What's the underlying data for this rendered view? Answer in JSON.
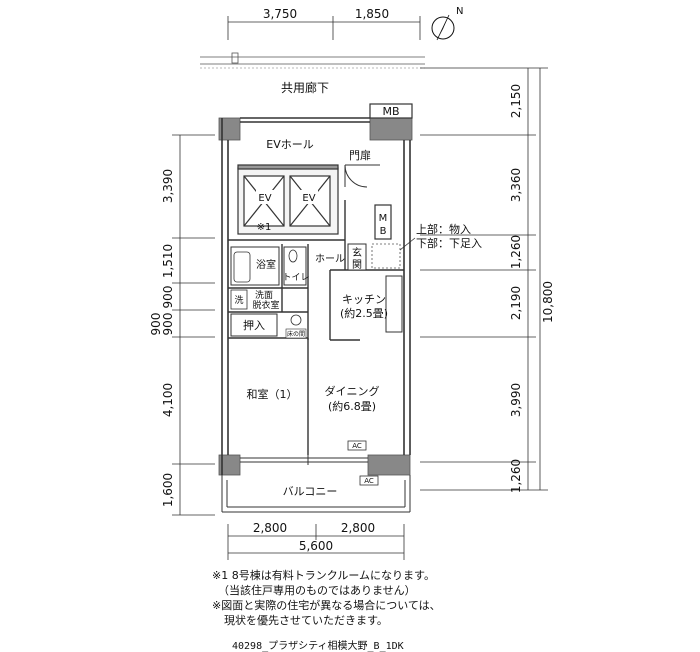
{
  "dims_top": [
    "3,750",
    "1,850"
  ],
  "dims_left": [
    "3,390",
    "1,510",
    "900",
    "900",
    "900",
    "4,100",
    "1,600"
  ],
  "dims_right": [
    "2,150",
    "3,360",
    "1,260",
    "2,190",
    "3,990",
    "1,260"
  ],
  "dim_right_total": "10,800",
  "dims_bottom": [
    "2,800",
    "2,800"
  ],
  "dim_bottom_total": "5,600",
  "compass_label": "N",
  "rooms": {
    "corridor": "共用廊下",
    "mb_top": "MB",
    "ev_hall": "EVホール",
    "gate": "門扉",
    "ev1": "EV",
    "ev2": "EV",
    "note_mark": "※1",
    "mb_side_1": "M",
    "mb_side_2": "B",
    "storage_upper": "上部：物入",
    "storage_lower": "下部：下足入",
    "entrance_1": "玄",
    "entrance_2": "関",
    "hall": "ホール",
    "bath": "浴室",
    "toilet": "トイレ",
    "wash_mark": "洗",
    "washroom_1": "洗面",
    "washroom_2": "脱衣室",
    "closet": "押入",
    "small_label": "床の間",
    "kitchen_1": "キッチン",
    "kitchen_2": "(約2.5畳)",
    "washitsu": "和室（1）",
    "dining_1": "ダイニング",
    "dining_2": "(約6.8畳)",
    "ac1": "AC",
    "ac2": "AC",
    "balcony": "バルコニー"
  },
  "notes": [
    "※1 8号棟は有料トランクルームになります。",
    "（当該住戸専用のものではありません）",
    "※図面と実際の住宅が異なる場合については、",
    "現状を優先させていただきます。"
  ],
  "caption": "40298_プラザシティ相模大野_B_1DK"
}
